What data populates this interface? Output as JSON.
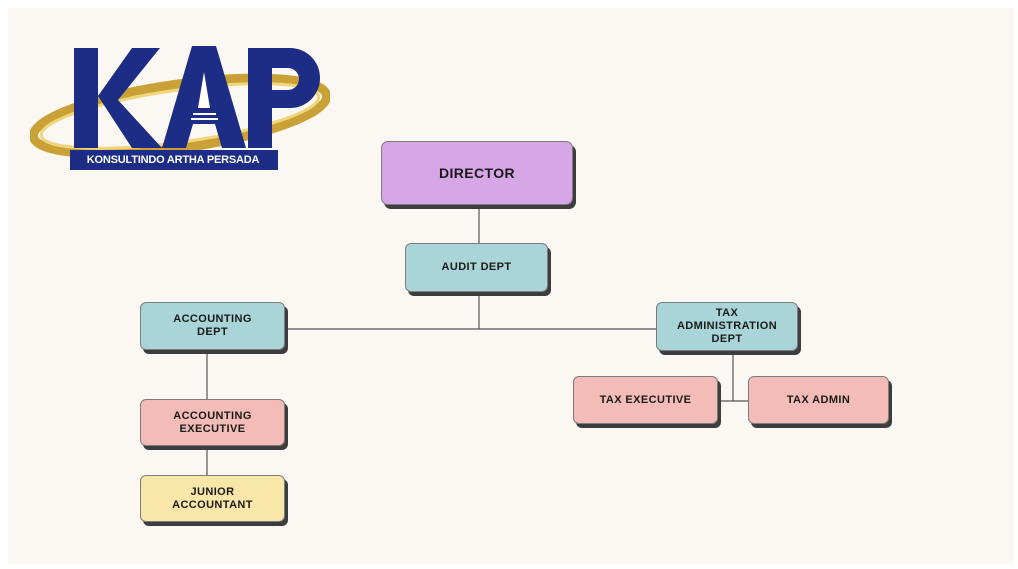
{
  "logo": {
    "wordmark": "KAP",
    "tagline": "KONSULTINDO ARTHA PERSADA"
  },
  "colors": {
    "background": "#fbf7f2",
    "director": "#d7a6e6",
    "department": "#a9d5d8",
    "executive": "#f4bcb6",
    "junior": "#f8e7a8",
    "logo_blue": "#1d2d86",
    "logo_gold": "#c9a136",
    "connector": "#555555"
  },
  "org_chart": {
    "director": "DIRECTOR",
    "audit_dept": "AUDIT DEPT",
    "accounting_dept": "ACCOUNTING\nDEPT",
    "tax_admin_dept": "TAX\nADMINISTRATION\nDEPT",
    "accounting_executive": "ACCOUNTING\nEXECUTIVE",
    "junior_accountant": "JUNIOR\nACCOUNTANT",
    "tax_executive": "TAX EXECUTIVE",
    "tax_admin": "TAX ADMIN"
  }
}
